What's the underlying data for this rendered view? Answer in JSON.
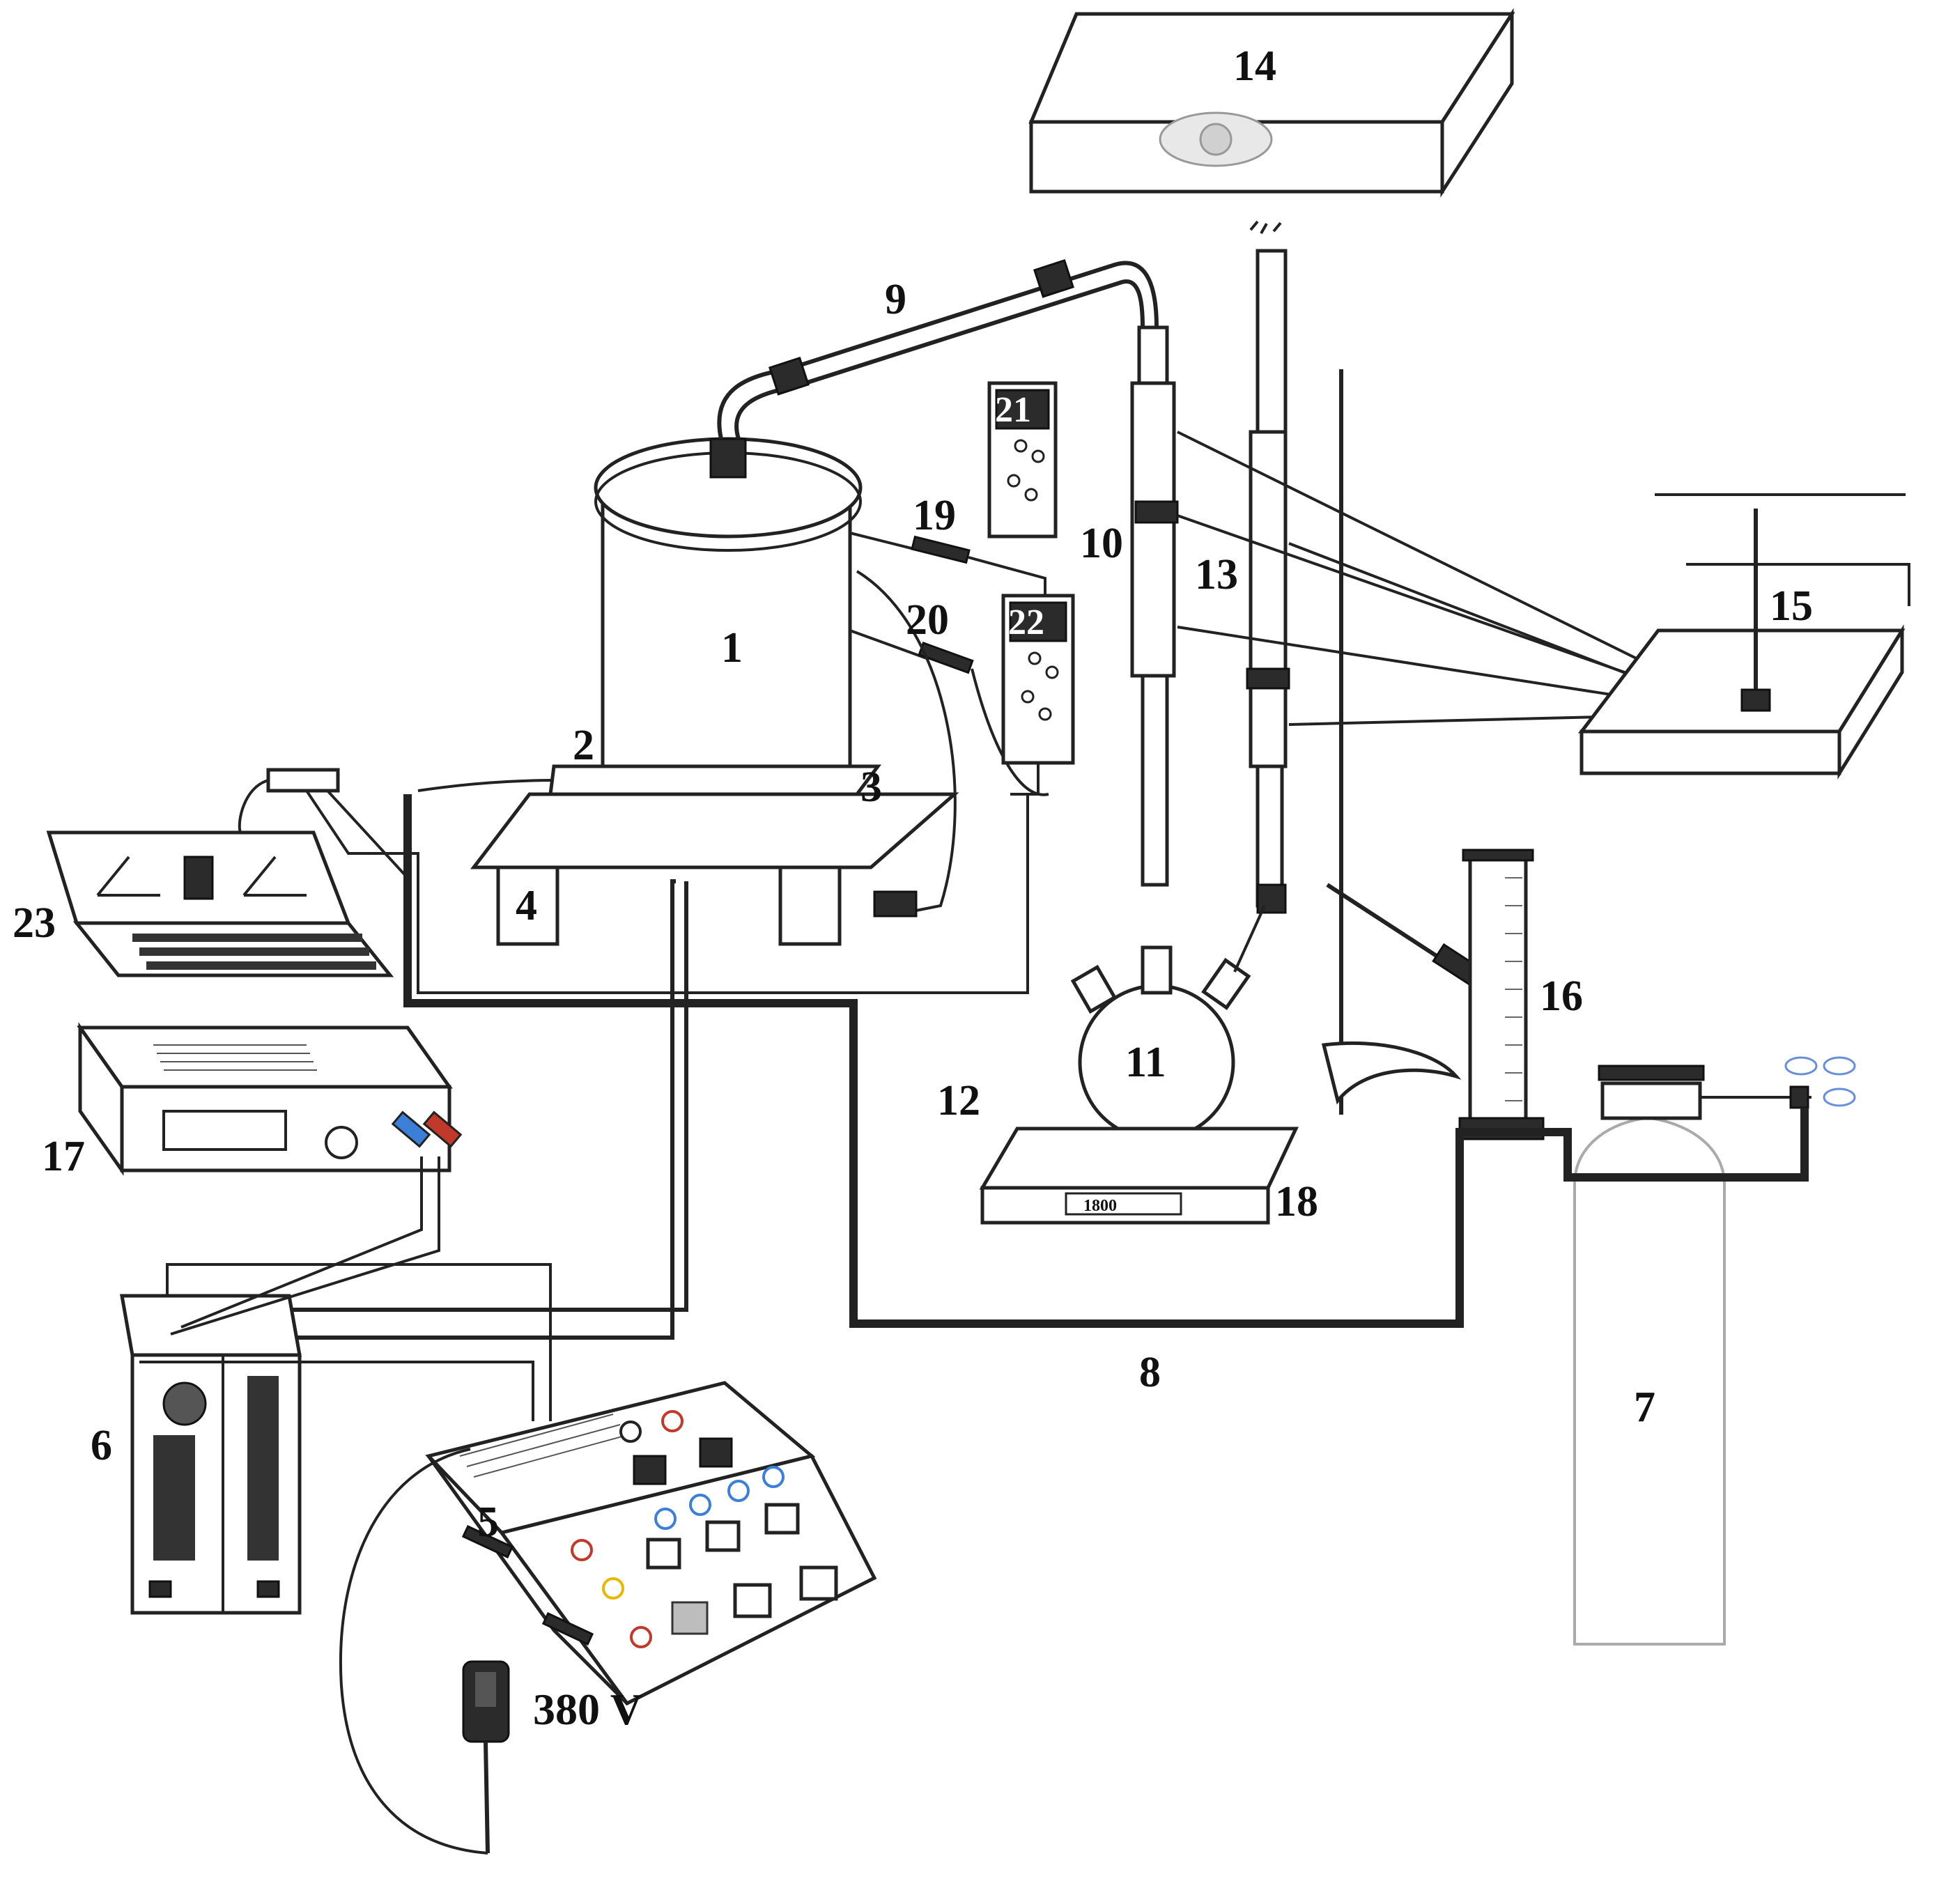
{
  "labels": {
    "n1": "1",
    "n2": "2",
    "n3": "3",
    "n4": "4",
    "n5": "5",
    "n6": "6",
    "n7": "7",
    "n8": "8",
    "n9": "9",
    "n10": "10",
    "n11": "11",
    "n12": "12",
    "n13": "13",
    "n14": "14",
    "n15": "15",
    "n16": "16",
    "n17": "17",
    "n18": "18",
    "n19": "19",
    "n20": "20",
    "n21": "21",
    "n22": "22",
    "n23": "23",
    "power": "380 V"
  },
  "displays": {
    "stirrer_readout": "1800",
    "stirrer2_readout": "1800"
  },
  "colors": {
    "stroke": "#222222",
    "probe_blue": "#3b7fd9",
    "probe_red": "#c0392b",
    "knob_yellow": "#e6b800"
  }
}
